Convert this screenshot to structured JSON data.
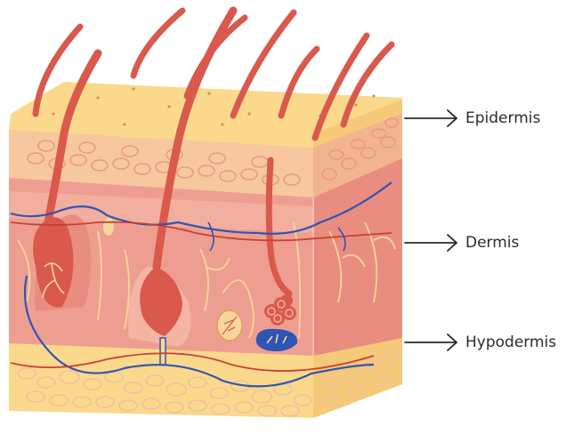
{
  "labels": {
    "epidermis": "Epidermis",
    "dermis": "Dermis",
    "hypodermis": "Hypodermis"
  },
  "colors": {
    "epidermis_top": "#fbd98c",
    "epidermis_cells": "#f7c7a0",
    "dermis": "#ee9e90",
    "dermis_light": "#f4b5a4",
    "hypodermis": "#fbd98c",
    "hair": "#e0574a",
    "nerve_vein": "#2f55b4",
    "artery": "#c94035",
    "outline": "#f5e3bd"
  },
  "icons": {
    "arrow": "right-arrow-icon"
  }
}
